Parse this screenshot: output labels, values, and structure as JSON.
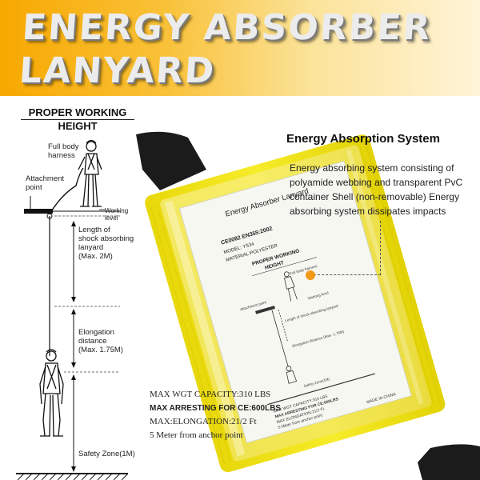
{
  "banner": {
    "title_line1": "ENERGY ABSORBER",
    "title_line2": "LANYARD",
    "gradient": [
      "#f7a800",
      "#fff4d8"
    ]
  },
  "diagram": {
    "title_line1": "PROPER WORKING",
    "title_line2": "HEIGHT",
    "harness_label_1": "Full body",
    "harness_label_2": "harness",
    "attachment_label_1": "Attachment",
    "attachment_label_2": "point",
    "working_label_1": "Working",
    "working_label_2": "level",
    "length_label_1": "Length of",
    "length_label_2": "shock absorbing",
    "length_label_3": "lanyard",
    "length_label_4": "(Max. 2M)",
    "elongation_label_1": "Elongation",
    "elongation_label_2": "distance",
    "elongation_label_3": "(Max. 1.75M)",
    "safety_label": "Safety Zone(1M)"
  },
  "info": {
    "heading": "Energy Absorption System",
    "description": "Energy absorbing system consisting of polyamide webbing and transparent PvC container Shell (non-removable) Energy absorbing system dissipates impacts"
  },
  "specs": {
    "weight": "MAX WGT CAPACITY:310 LBS",
    "arresting": "MAX ARRESTING FOR CE:600LBS",
    "elongation": "MAX:ELONGATION:21/2 Ft",
    "anchor": "5 Meter from anchor point"
  },
  "product_label": {
    "title": "Energy Absorber Lanyard",
    "cert": "CE0082 EN355:2002",
    "model": "MODEL: YS34",
    "material": "MATERIAL:POLYESTER",
    "diagram_title_1": "PROPER WORKING",
    "diagram_title_2": "HEIGHT",
    "full_body": "Full body harness",
    "attachment": "Attachment point",
    "working": "Working level",
    "length": "Length of shock absorbing lanyard",
    "elongation": "Elongation distance (Max. 1.75M)",
    "safety": "Safety Zone(1M)",
    "spec_1": "MAX WGT CAPACITY:310 LBS",
    "spec_2": "MAX ARRESTING FOR CE:600LBS",
    "spec_3": "MAX ELONGATION:21/2 Ft",
    "spec_4": "5 Meter from anchor point",
    "origin": "MADE IN CHINA"
  },
  "colors": {
    "accent": "#f29a17",
    "webbing": "#f2e411",
    "strap": "#1a1a1a"
  }
}
